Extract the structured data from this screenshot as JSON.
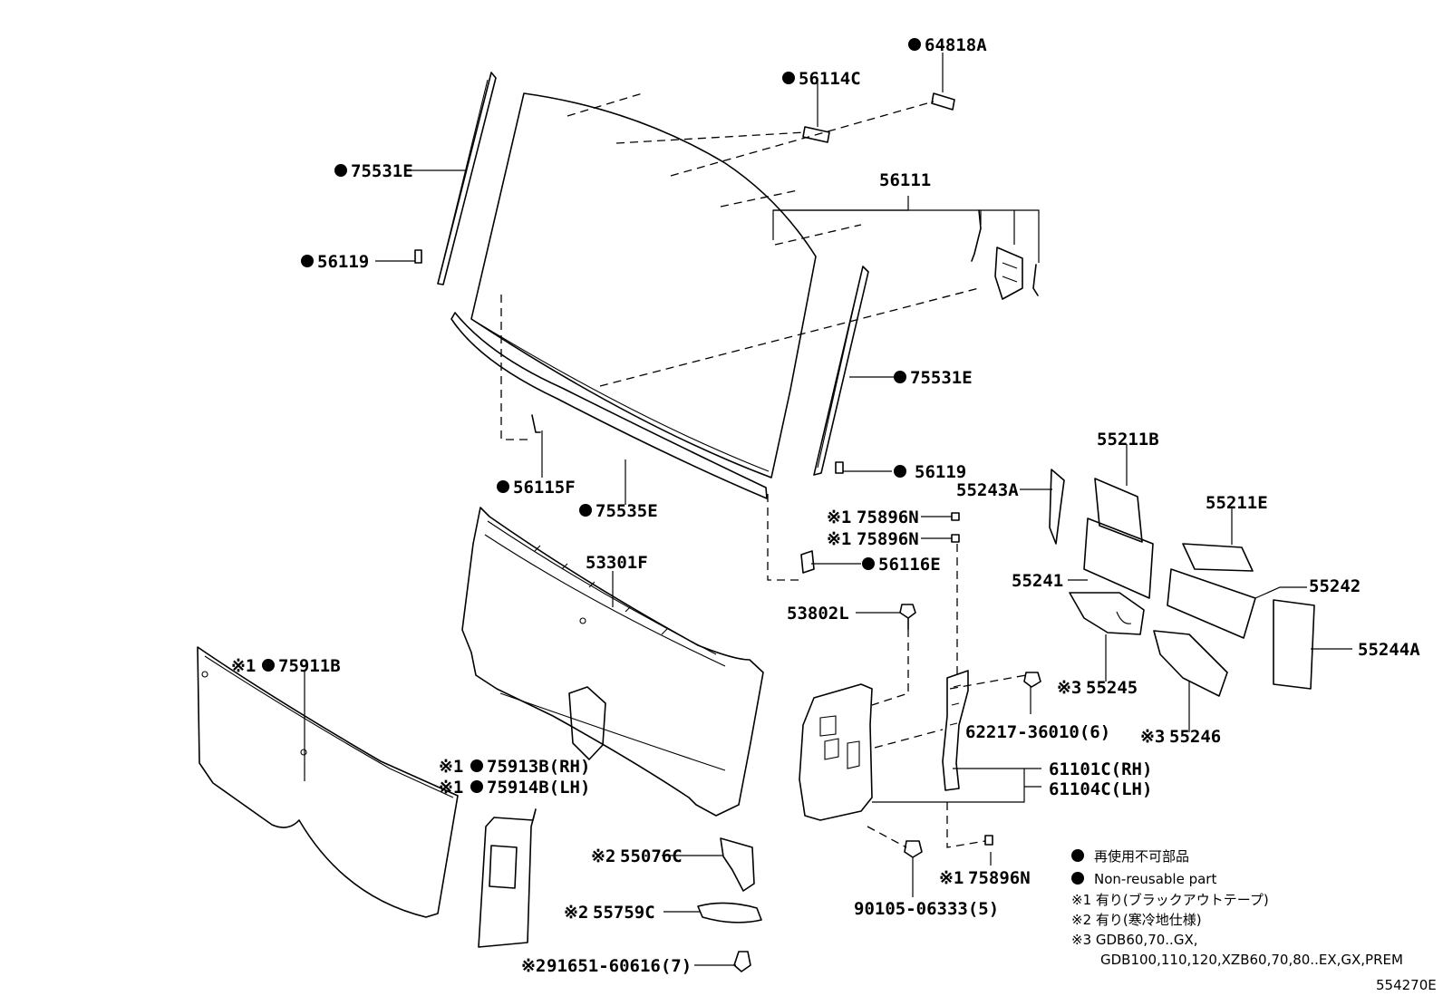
{
  "figure_code": "554270E",
  "callouts": [
    {
      "id": "c1",
      "prefix": "",
      "nonreusable": true,
      "text": "64818A"
    },
    {
      "id": "c2",
      "prefix": "",
      "nonreusable": true,
      "text": "56114C"
    },
    {
      "id": "c3",
      "prefix": "",
      "nonreusable": true,
      "text": "75531E"
    },
    {
      "id": "c4",
      "prefix": "",
      "nonreusable": false,
      "text": "56111"
    },
    {
      "id": "c5",
      "prefix": "",
      "nonreusable": true,
      "text": "56119"
    },
    {
      "id": "c6",
      "prefix": "",
      "nonreusable": true,
      "text": "75531E"
    },
    {
      "id": "c7",
      "prefix": "",
      "nonreusable": true,
      "text": "56119"
    },
    {
      "id": "c8",
      "prefix": "",
      "nonreusable": true,
      "text": "56115F"
    },
    {
      "id": "c9",
      "prefix": "",
      "nonreusable": true,
      "text": "75535E"
    },
    {
      "id": "c10",
      "prefix": "",
      "nonreusable": false,
      "text": "55211B"
    },
    {
      "id": "c11",
      "prefix": "",
      "nonreusable": false,
      "text": "55243A"
    },
    {
      "id": "c12",
      "prefix": "",
      "nonreusable": false,
      "text": "55211E"
    },
    {
      "id": "c13",
      "prefix": "※1",
      "nonreusable": false,
      "text": "75896N"
    },
    {
      "id": "c14",
      "prefix": "※1",
      "nonreusable": false,
      "text": "75896N"
    },
    {
      "id": "c15",
      "prefix": "",
      "nonreusable": false,
      "text": "53301F"
    },
    {
      "id": "c16",
      "prefix": "",
      "nonreusable": true,
      "text": "56116E"
    },
    {
      "id": "c17",
      "prefix": "",
      "nonreusable": false,
      "text": "55241"
    },
    {
      "id": "c18",
      "prefix": "",
      "nonreusable": false,
      "text": "55242"
    },
    {
      "id": "c19",
      "prefix": "",
      "nonreusable": false,
      "text": "53802L"
    },
    {
      "id": "c20",
      "prefix": "",
      "nonreusable": false,
      "text": "55244A"
    },
    {
      "id": "c21",
      "prefix": "※1",
      "nonreusable": true,
      "text": "75911B"
    },
    {
      "id": "c22",
      "prefix": "※3",
      "nonreusable": false,
      "text": "55245"
    },
    {
      "id": "c23",
      "prefix": "",
      "nonreusable": false,
      "text": "62217-36010(6)"
    },
    {
      "id": "c24",
      "prefix": "※3",
      "nonreusable": false,
      "text": "55246"
    },
    {
      "id": "c25",
      "prefix": "※1",
      "nonreusable": true,
      "text": "75913B(RH)"
    },
    {
      "id": "c26",
      "prefix": "※1",
      "nonreusable": true,
      "text": "75914B(LH)"
    },
    {
      "id": "c27",
      "prefix": "",
      "nonreusable": false,
      "text": "61101C(RH)"
    },
    {
      "id": "c28",
      "prefix": "",
      "nonreusable": false,
      "text": "61104C(LH)"
    },
    {
      "id": "c29",
      "prefix": "※2",
      "nonreusable": false,
      "text": "55076C"
    },
    {
      "id": "c30",
      "prefix": "※1",
      "nonreusable": false,
      "text": "75896N"
    },
    {
      "id": "c31",
      "prefix": "※2",
      "nonreusable": false,
      "text": "55759C"
    },
    {
      "id": "c32",
      "prefix": "",
      "nonreusable": false,
      "text": "90105-06333(5)"
    },
    {
      "id": "c33",
      "prefix": "※2",
      "nonreusable": false,
      "text": "91651-60616(7)"
    }
  ],
  "legend": {
    "non_reusable_jp": "再使用不可部品",
    "non_reusable_en": "Non-reusable part",
    "note1": "※1 有り(ブラックアウトテープ)",
    "note2": "※2 有り(寒冷地仕様)",
    "note3_line1": "※3 GDB60,70..GX,",
    "note3_line2": "GDB100,110,120,XZB60,70,80..EX,GX,PREM"
  }
}
